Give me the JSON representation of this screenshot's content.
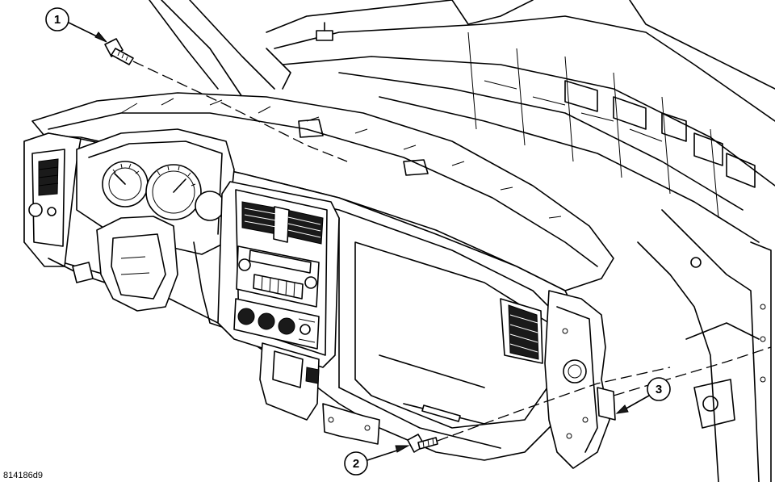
{
  "diagram": {
    "figure_id": "814186d9",
    "callouts": [
      {
        "number": "1",
        "part": "fastener-top"
      },
      {
        "number": "2",
        "part": "fastener-bottom"
      },
      {
        "number": "3",
        "part": "fastener-side"
      }
    ]
  }
}
